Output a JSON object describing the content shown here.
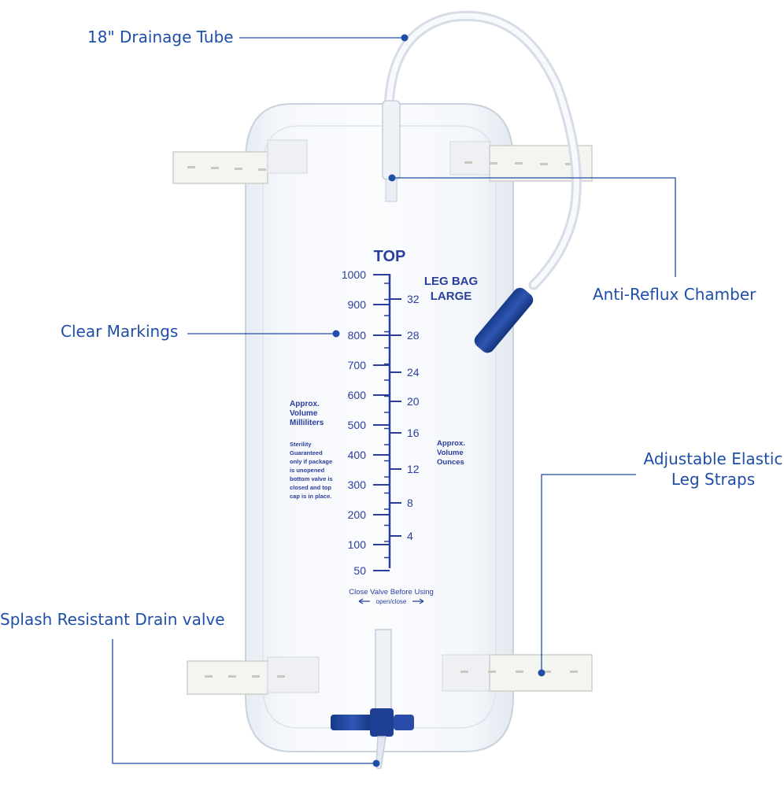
{
  "callouts": {
    "tube": "18\" Drainage Tube",
    "chamber": "Anti-Reflux Chamber",
    "markings": "Clear Markings",
    "straps_line1": "Adjustable Elastic",
    "straps_line2": "Leg Straps",
    "valve": "Splash Resistant Drain valve"
  },
  "bag": {
    "top_label": "TOP",
    "brand_line1": "LEG BAG",
    "brand_line2": "LARGE",
    "ml_scale": [
      "1000",
      "900",
      "800",
      "700",
      "600",
      "500",
      "400",
      "300",
      "200",
      "100",
      "50"
    ],
    "oz_scale": [
      "32",
      "28",
      "24",
      "20",
      "16",
      "12",
      "8",
      "4"
    ],
    "ml_caption": [
      "Approx.",
      "Volume",
      "Milliliters"
    ],
    "oz_caption": [
      "Approx.",
      "Volume",
      "Ounces"
    ],
    "sterility_note": [
      "Sterility",
      "Guaranteed",
      "only if package",
      "is unopened",
      "bottom valve is",
      "closed and top",
      "cap is in place."
    ],
    "valve_note": "Close Valve Before Using",
    "valve_direction": "open/close"
  },
  "colors": {
    "callout_blue": "#1f4ea8",
    "print_blue": "#2a3f9c",
    "cap_blue": "#1f3f94"
  }
}
